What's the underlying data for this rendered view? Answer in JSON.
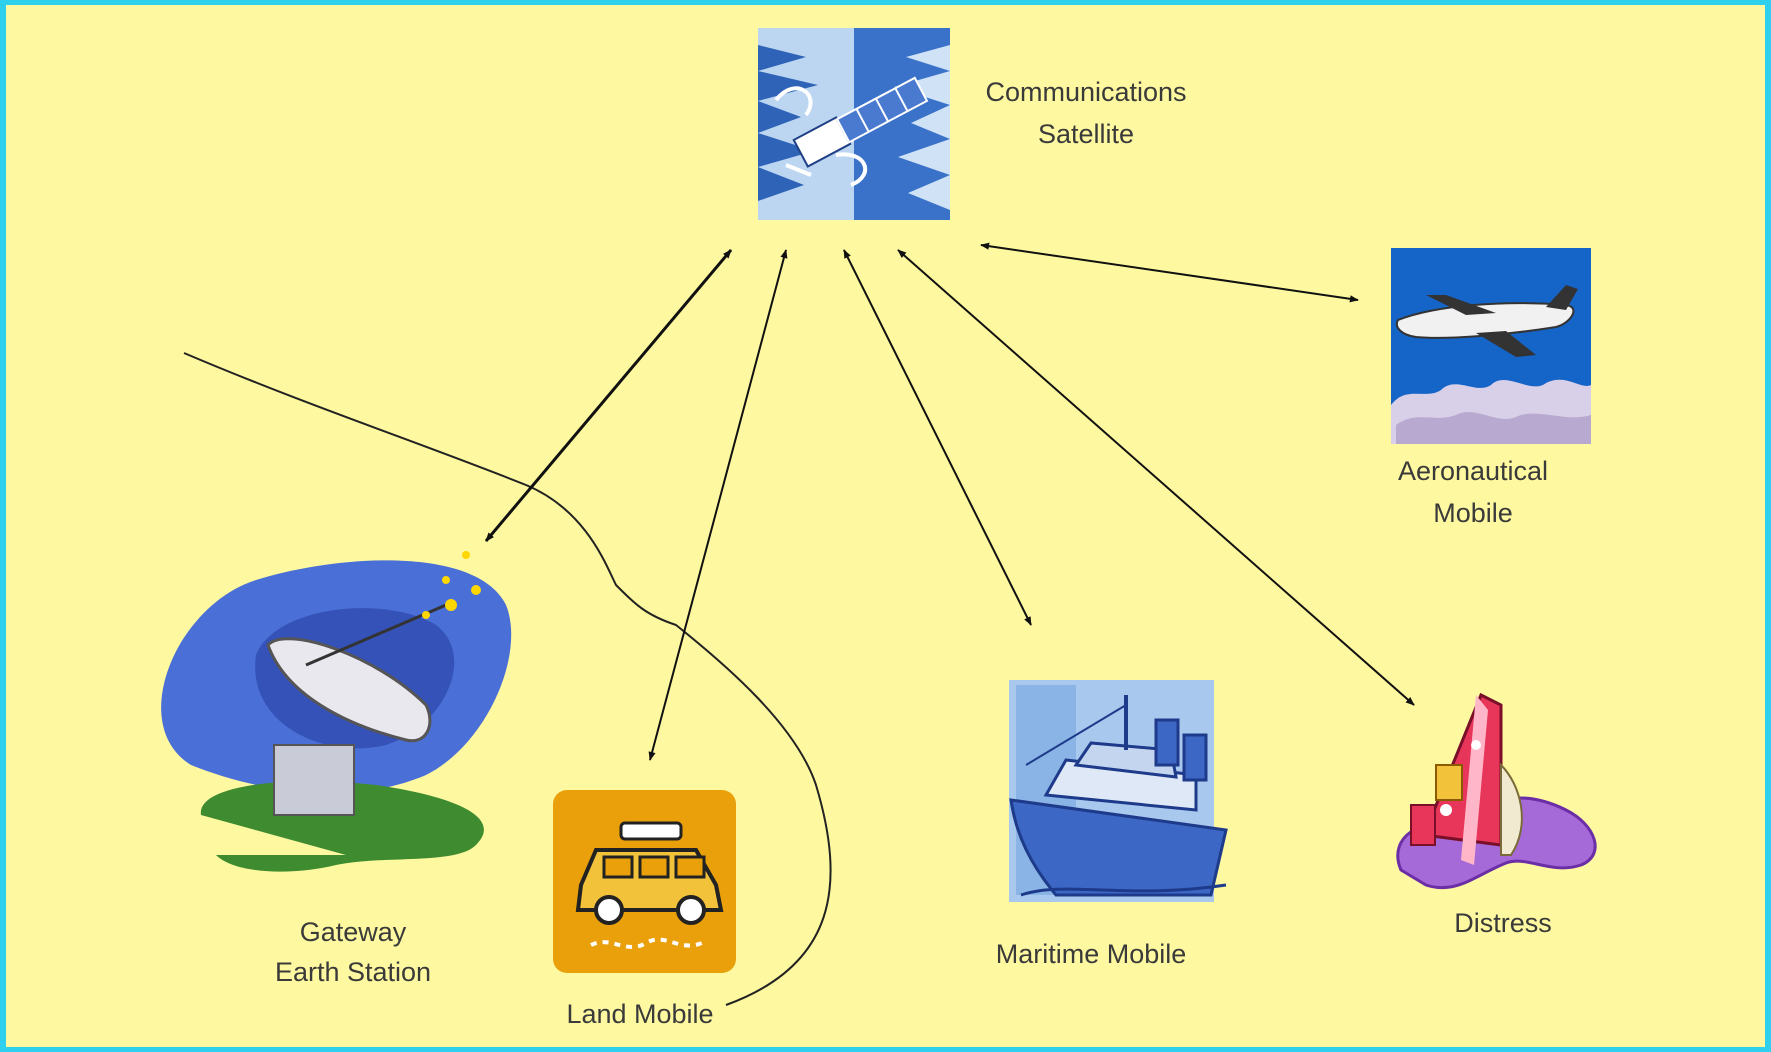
{
  "diagram": {
    "satellite": {
      "line1": "Communications",
      "line2": "Satellite",
      "icon": "satellite-icon"
    },
    "gateway": {
      "line1": "Gateway",
      "line2": "Earth Station",
      "icon": "satellite-dish-icon"
    },
    "land": {
      "label": "Land Mobile",
      "icon": "car-icon"
    },
    "maritime": {
      "label": "Maritime Mobile",
      "icon": "ship-icon"
    },
    "aero": {
      "line1": "Aeronautical",
      "line2": "Mobile",
      "icon": "airplane-icon"
    },
    "distress": {
      "label": "Distress",
      "icon": "sinking-ship-icon"
    }
  },
  "colors": {
    "background": "#fef9a0",
    "frame": "#2fd0ee",
    "arrow": "#111111",
    "car_tile": "#e9a00a",
    "plane_sky": "#1565c8"
  }
}
